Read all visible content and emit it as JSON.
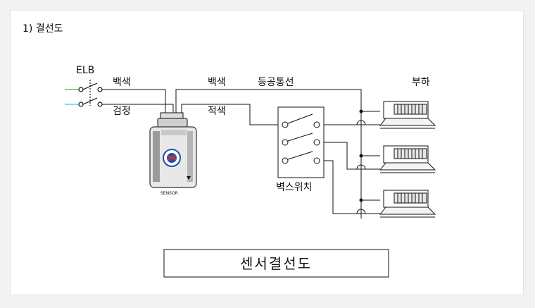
{
  "section_title": "1) 결선도",
  "labels": {
    "elb": "ELB",
    "white_left": "백색",
    "black": "검정",
    "white_right": "백색",
    "lamp_line": "등공통선",
    "red": "적색",
    "load": "부하",
    "wall_switch": "벽스위치",
    "sensor": "SENSOR"
  },
  "caption": "센서결선도",
  "colors": {
    "line": "#111111",
    "green_wire": "#2db84d",
    "cyan_wire": "#3ec6e0",
    "sensor_badge": "#1f4fb0",
    "sensor_badge_accent": "#d8352a"
  }
}
